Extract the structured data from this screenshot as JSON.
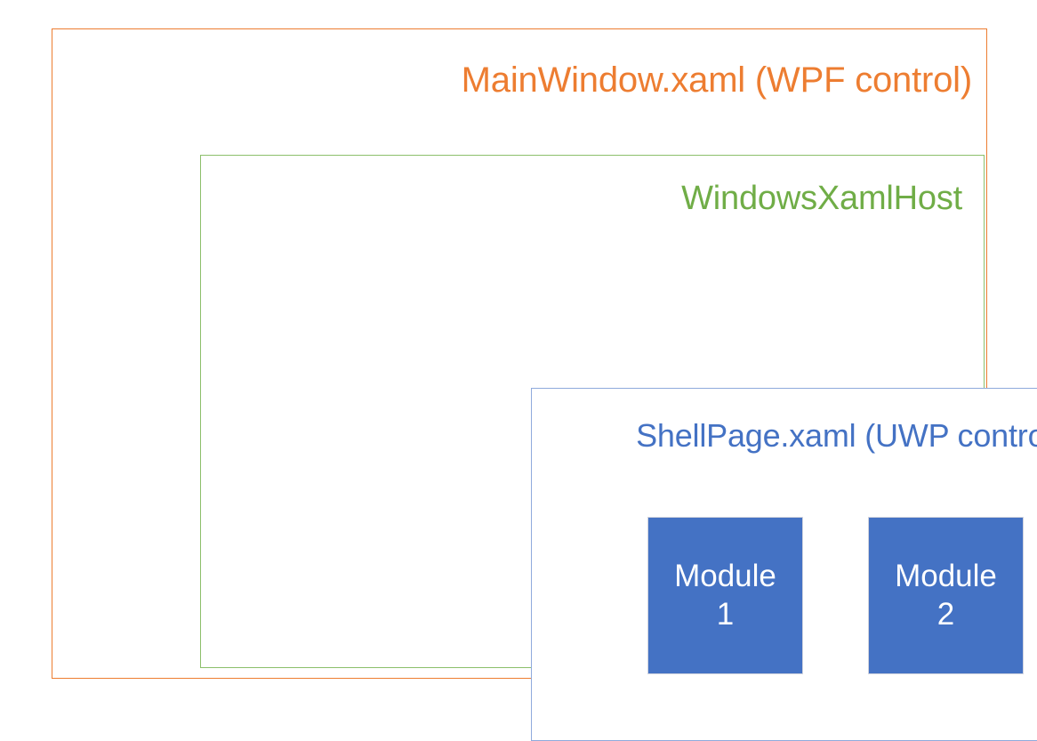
{
  "diagram": {
    "type": "nested-containment-diagram",
    "background_color": "#FFFFFF",
    "layers": [
      {
        "id": "mainwindow",
        "label": "MainWindow.xaml (WPF control)",
        "color": "#ED7D31",
        "border_color": "#ED7D31"
      },
      {
        "id": "windowsxamlhost",
        "label": "WindowsXamlHost",
        "color": "#70AD47",
        "border_color": "#8CBF6B"
      },
      {
        "id": "shellpage",
        "label": "ShellPage.xaml (UWP control)",
        "color": "#4472C4",
        "border_color": "#8FAADC"
      }
    ],
    "modules": [
      {
        "id": "module-1",
        "title": "Module",
        "number": "1",
        "fill_color": "#4472C4",
        "text_color": "#FFFFFF"
      },
      {
        "id": "module-2",
        "title": "Module",
        "number": "2",
        "fill_color": "#4472C4",
        "text_color": "#FFFFFF"
      }
    ]
  }
}
